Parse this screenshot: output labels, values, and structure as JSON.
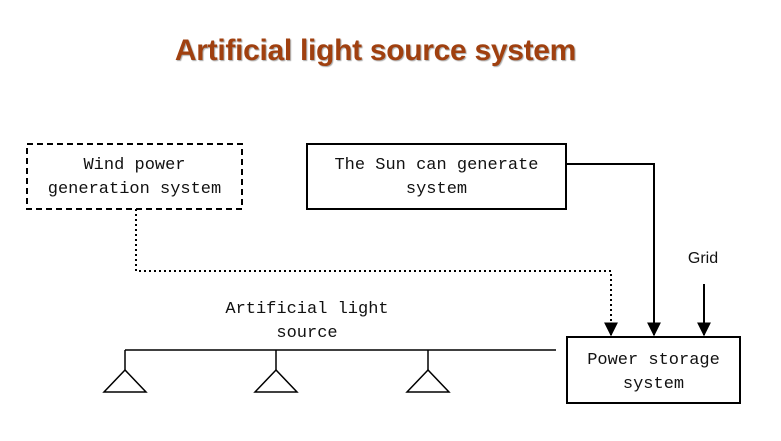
{
  "title": "Artificial light source system",
  "nodes": {
    "wind": {
      "lines": [
        "Wind power",
        "generation system"
      ]
    },
    "sun": {
      "lines": [
        "The Sun can generate",
        "system"
      ]
    },
    "storage": {
      "lines": [
        "Power storage",
        "system"
      ]
    },
    "grid": {
      "label": "Grid"
    },
    "light": {
      "lines": [
        "Artificial light",
        "source"
      ]
    }
  },
  "colors": {
    "title": "#a0400f",
    "stroke": "#000000"
  }
}
